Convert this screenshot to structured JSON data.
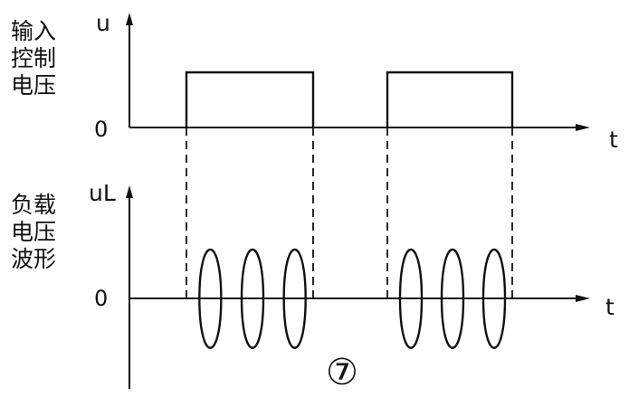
{
  "top": {
    "label_lines": [
      "输入",
      "控制",
      "电压"
    ],
    "y_label": "u",
    "x_label": "t",
    "zero": "0"
  },
  "bottom": {
    "label_lines": [
      "负载",
      "电压",
      "波形"
    ],
    "y_label": "uL",
    "x_label": "t",
    "zero": "0"
  },
  "figure_number": "⑦",
  "waveform": {
    "pulses": [
      {
        "start": 1,
        "end": 3
      },
      {
        "start": 5,
        "end": 7
      }
    ],
    "oscillation_cycles_per_pulse": 3
  }
}
